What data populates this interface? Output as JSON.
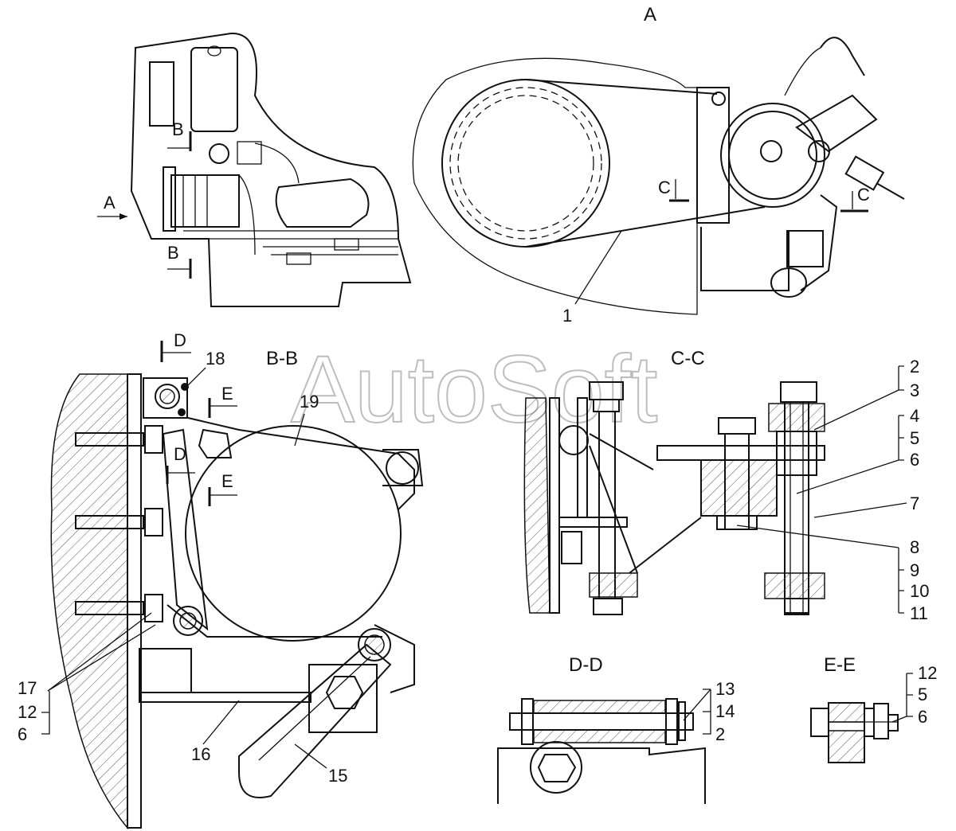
{
  "watermark": "AutoSoft",
  "views": {
    "view_a": "A",
    "bb": "B-B",
    "cc": "C-C",
    "dd": "D-D",
    "ee": "E-E"
  },
  "section_markers": {
    "a_arrow": "A",
    "b_top": "B",
    "b_bottom": "B",
    "c_left": "C",
    "c_right": "C",
    "d_top": "D",
    "d_mid": "D",
    "e_top": "E",
    "e_mid": "E"
  },
  "callouts": {
    "c1": "1",
    "c2": "2",
    "c3": "3",
    "c4": "4",
    "c5": "5",
    "c6": "6",
    "c7": "7",
    "c8": "8",
    "c9": "9",
    "c10": "10",
    "c11": "11",
    "c19": "19",
    "c18": "18",
    "c17": "17",
    "c12": "12",
    "c6b": "6",
    "c16": "16",
    "c15": "15",
    "c13": "13",
    "c14": "14",
    "c2b": "2",
    "c12e": "12",
    "c5e": "5",
    "c6e": "6"
  }
}
